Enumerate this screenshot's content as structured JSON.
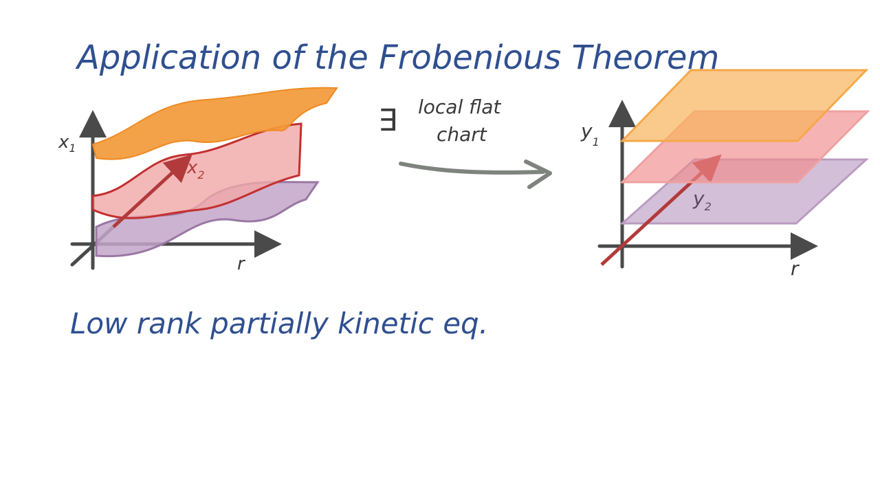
{
  "title": "Application of the Frobenious Theorem",
  "left_diagram": {
    "axis_vertical_label": "x",
    "axis_vertical_sub": "1",
    "axis_depth_label": "x",
    "axis_depth_sub": "2",
    "axis_horizontal_label": "r"
  },
  "arrow_text": {
    "symbol": "∃",
    "line1": "local  flat",
    "line2": "chart"
  },
  "right_diagram": {
    "axis_vertical_label": "y",
    "axis_vertical_sub": "1",
    "axis_depth_label": "y",
    "axis_depth_sub": "2",
    "axis_horizontal_label": "r"
  },
  "subtitle": "Low rank partially kinetic eq.",
  "colors": {
    "text_blue": "#2f4f8f",
    "orange": "#f39a3a",
    "red": "#e06a6a",
    "purple": "#a887b0",
    "axis": "#4a4a4a"
  }
}
